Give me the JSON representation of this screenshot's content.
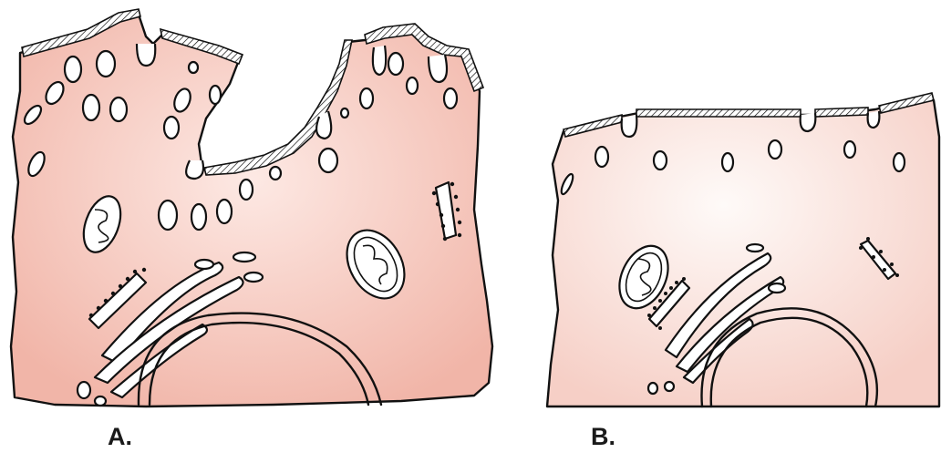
{
  "panels": [
    {
      "id": "A",
      "label": "A."
    },
    {
      "id": "B",
      "label": "B."
    }
  ],
  "colors": {
    "panel_a_fill": "#f1b5a8",
    "panel_a_center": "#fde9e4",
    "panel_b_fill": "#f6cfc6",
    "panel_b_center": "#fefaf8",
    "outline": "#111111"
  }
}
